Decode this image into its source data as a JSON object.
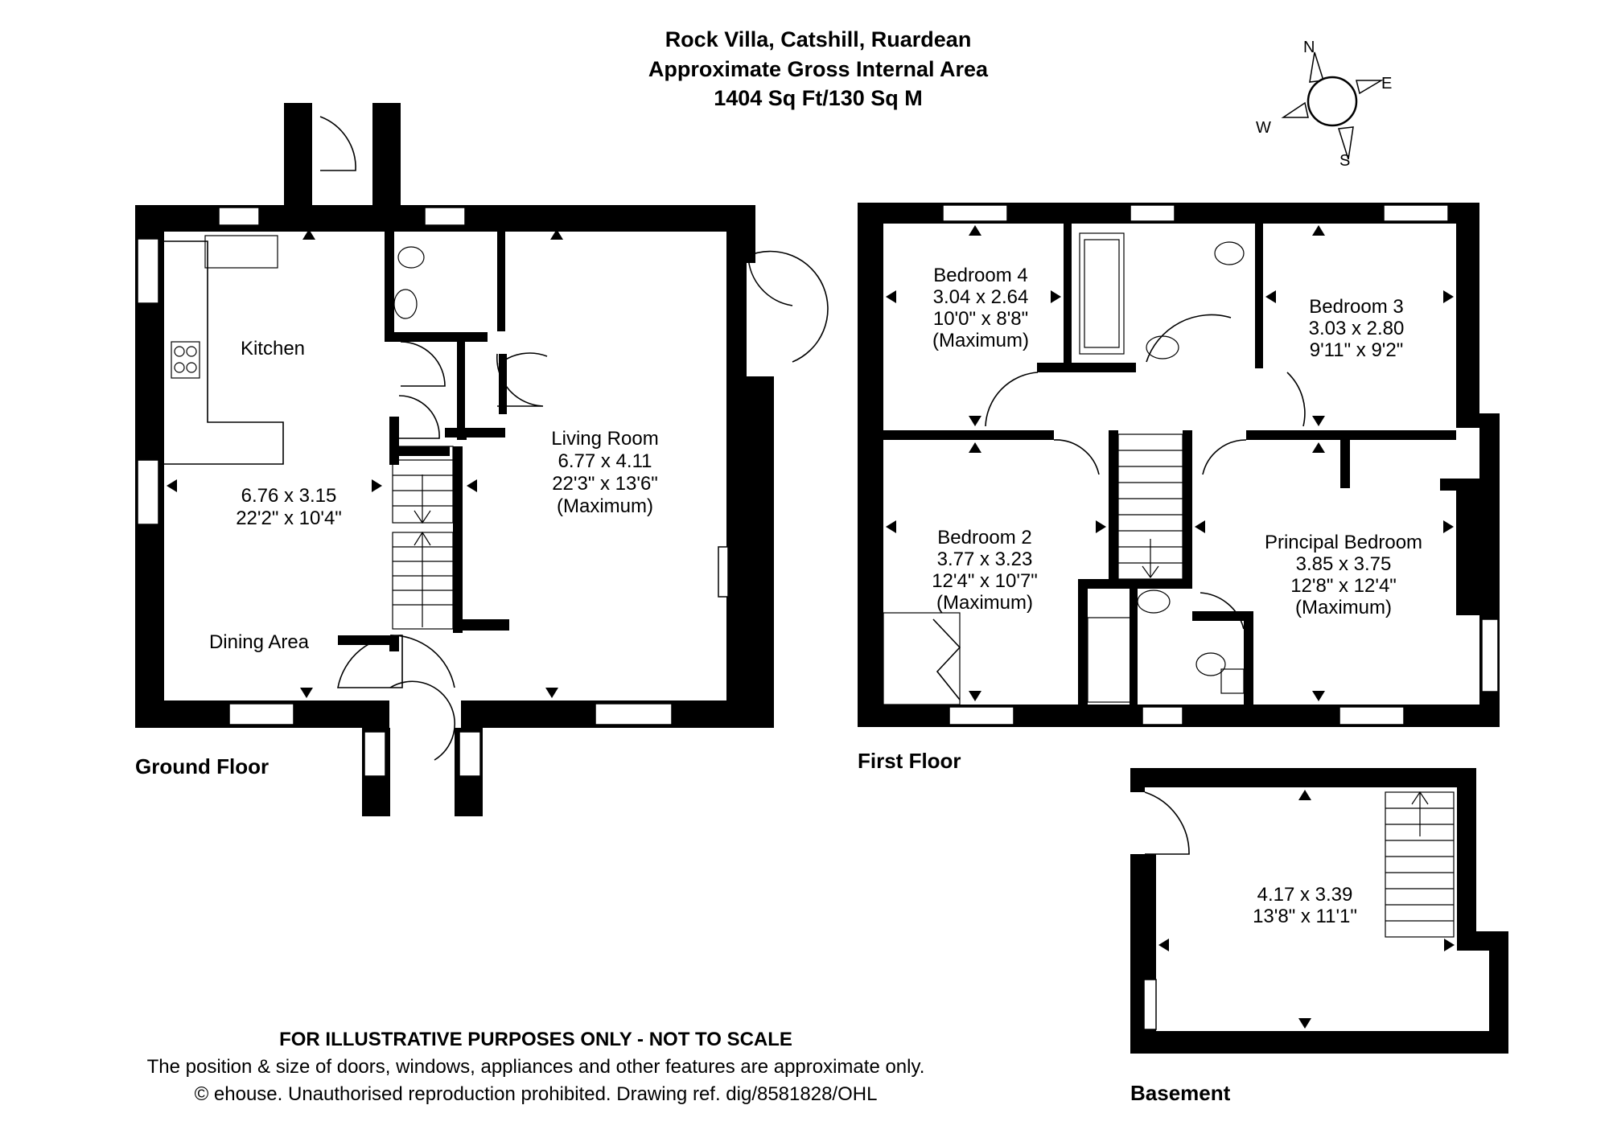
{
  "header": {
    "title": "Rock Villa, Catshill, Ruardean",
    "subtitle": "Approximate Gross Internal Area",
    "area": "1404 Sq Ft/130 Sq M"
  },
  "compass": {
    "n": "N",
    "e": "E",
    "s": "S",
    "w": "W"
  },
  "floors": {
    "ground": {
      "label": "Ground Floor",
      "kitchen": {
        "name": "Kitchen"
      },
      "kitchen_dining": {
        "metric": "6.76 x 3.15",
        "imperial": "22'2\" x 10'4\""
      },
      "dining": {
        "name": "Dining Area"
      },
      "living": {
        "name": "Living Room",
        "metric": "6.77 x 4.11",
        "imperial": "22'3\" x 13'6\"",
        "note": "(Maximum)"
      }
    },
    "first": {
      "label": "First Floor",
      "bedroom4": {
        "name": "Bedroom 4",
        "metric": "3.04 x 2.64",
        "imperial": "10'0\" x 8'8\"",
        "note": "(Maximum)"
      },
      "bedroom3": {
        "name": "Bedroom 3",
        "metric": "3.03 x 2.80",
        "imperial": "9'11\" x 9'2\""
      },
      "bedroom2": {
        "name": "Bedroom 2",
        "metric": "3.77 x 3.23",
        "imperial": "12'4\" x 10'7\"",
        "note": "(Maximum)"
      },
      "principal": {
        "name": "Principal Bedroom",
        "metric": "3.85 x 3.75",
        "imperial": "12'8\" x 12'4\"",
        "note": "(Maximum)"
      }
    },
    "basement": {
      "label": "Basement",
      "room": {
        "metric": "4.17 x 3.39",
        "imperial": "13'8\" x 11'1\""
      }
    }
  },
  "disclaimer": {
    "line1": "FOR ILLUSTRATIVE PURPOSES ONLY - NOT TO SCALE",
    "line2": "The position & size of doors, windows, appliances and other features are approximate only.",
    "line3": "© ehouse. Unauthorised reproduction prohibited. Drawing ref. dig/8581828/OHL"
  }
}
